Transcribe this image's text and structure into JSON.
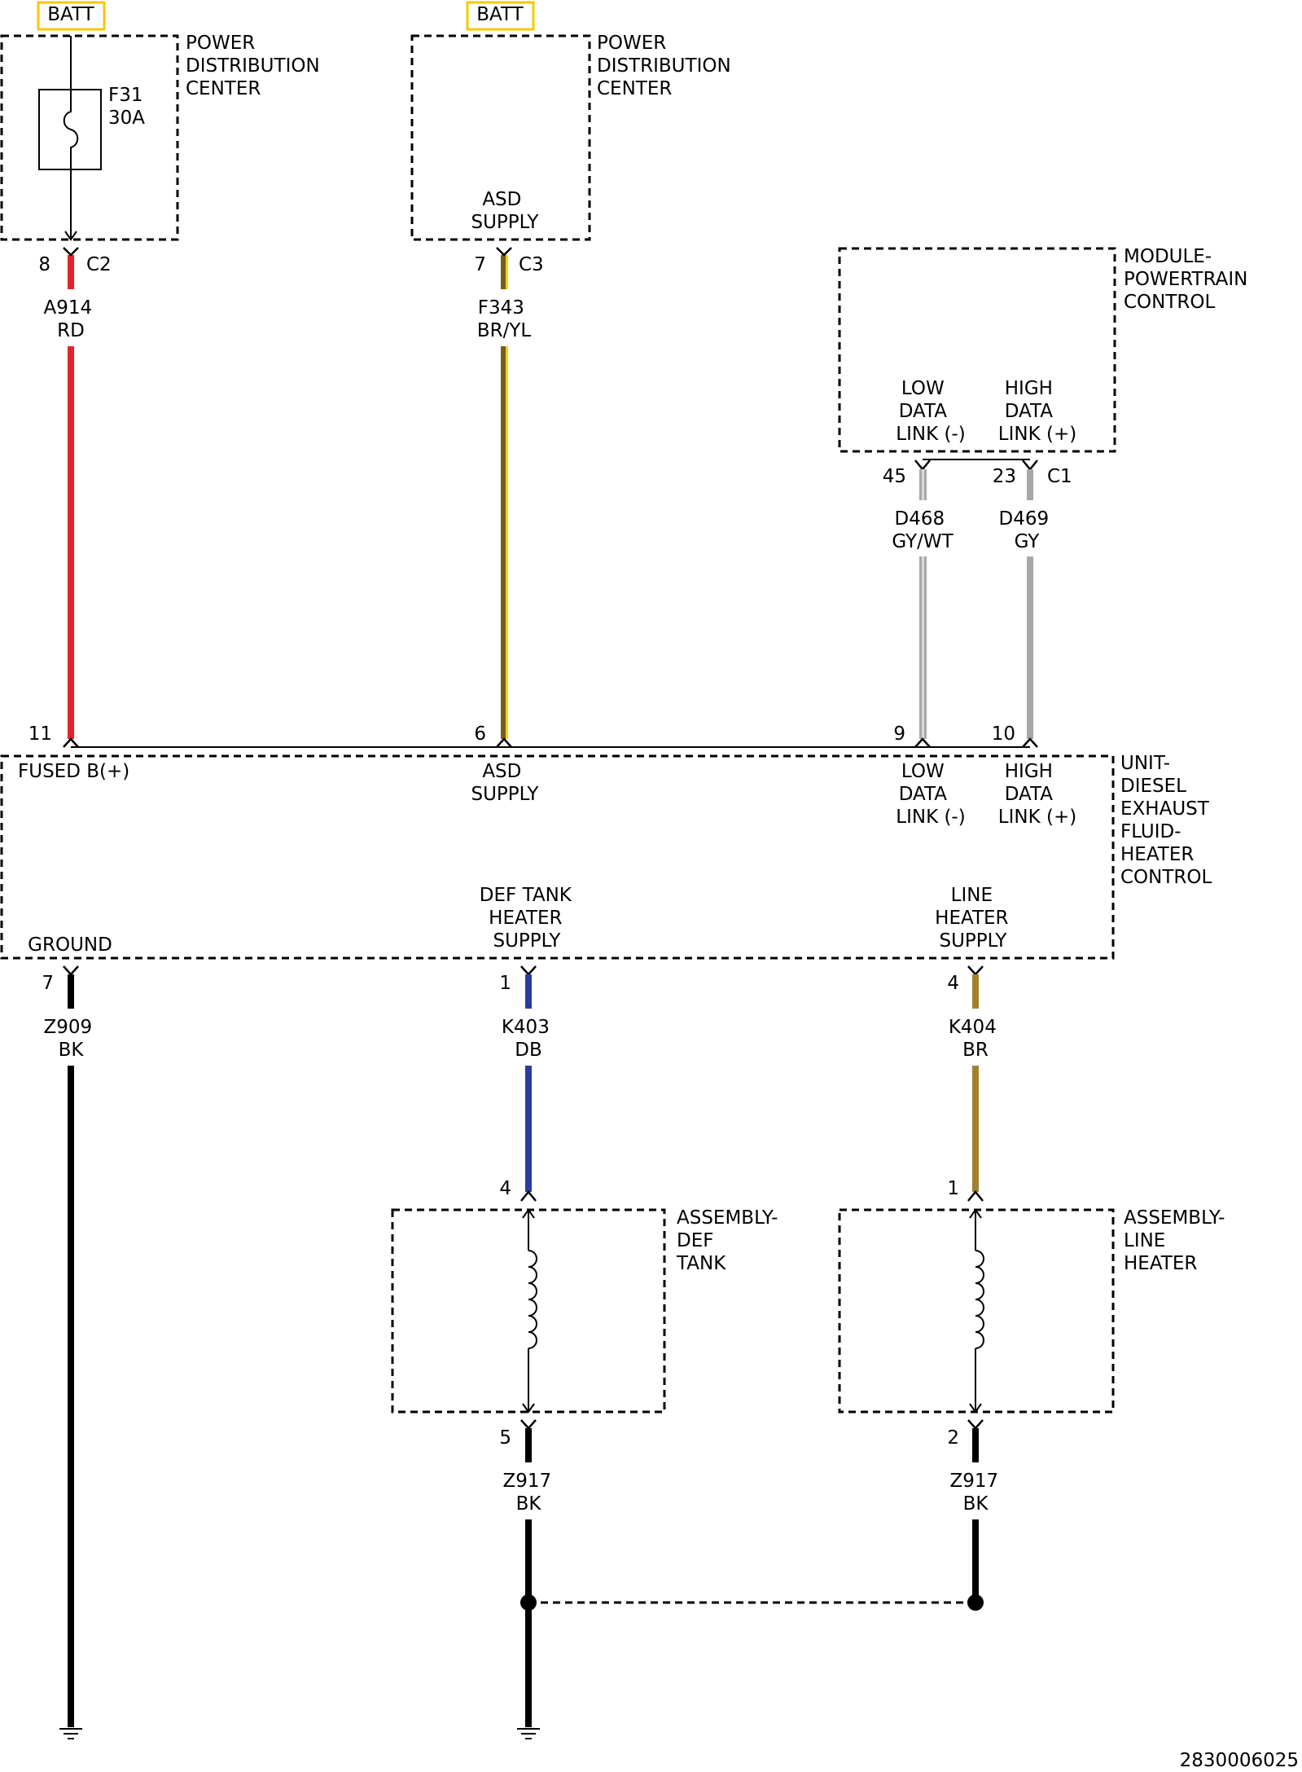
{
  "batt_labels": [
    "BATT",
    "BATT"
  ],
  "pdc_left": {
    "title": [
      "POWER",
      "DISTRIBUTION",
      "CENTER"
    ],
    "fuse_id": "F31",
    "fuse_rating": "30A"
  },
  "pdc_right": {
    "title": [
      "POWER",
      "DISTRIBUTION",
      "CENTER"
    ],
    "inner": [
      "ASD",
      "SUPPLY"
    ]
  },
  "pcm": {
    "title": [
      "MODULE-",
      "POWERTRAIN",
      "CONTROL"
    ],
    "low": [
      "LOW",
      "DATA",
      "LINK (-)"
    ],
    "high": [
      "HIGH",
      "DATA",
      "LINK (+)"
    ],
    "connector": "C1"
  },
  "def_unit": {
    "title": [
      "UNIT-",
      "DIESEL",
      "EXHAUST",
      "FLUID-",
      "HEATER",
      "CONTROL"
    ],
    "fused": "FUSED B(+)",
    "asd": [
      "ASD",
      "SUPPLY"
    ],
    "low": [
      "LOW",
      "DATA",
      "LINK (-)"
    ],
    "high": [
      "HIGH",
      "DATA",
      "LINK (+)"
    ],
    "ground": "GROUND",
    "def_tank": [
      "DEF TANK",
      "HEATER",
      "SUPPLY"
    ],
    "line_heater": [
      "LINE",
      "HEATER",
      "SUPPLY"
    ]
  },
  "tank": {
    "title": [
      "ASSEMBLY-",
      "DEF",
      "TANK"
    ]
  },
  "line": {
    "title": [
      "ASSEMBLY-",
      "LINE",
      "HEATER"
    ]
  },
  "pins": {
    "p8": "8",
    "c2": "C2",
    "p7": "7",
    "c3": "C3",
    "p45": "45",
    "p23": "23",
    "p11": "11",
    "p6": "6",
    "p9": "9",
    "p10": "10",
    "p7b": "7",
    "p1": "1",
    "p4": "4",
    "p4b": "4",
    "p1b": "1",
    "p5": "5",
    "p2": "2"
  },
  "wires": {
    "a914": [
      "A914",
      "RD"
    ],
    "f343": [
      "F343",
      "BR/YL"
    ],
    "d468": [
      "D468",
      "GY/WT"
    ],
    "d469": [
      "D469",
      "GY"
    ],
    "z909": [
      "Z909",
      "BK"
    ],
    "k403": [
      "K403",
      "DB"
    ],
    "k404": [
      "K404",
      "BR"
    ],
    "z917a": [
      "Z917",
      "BK"
    ],
    "z917b": [
      "Z917",
      "BK"
    ]
  },
  "figure_id": "2830006025",
  "colors": {
    "red": "#e5232e",
    "brown": "#7a5a1e",
    "yellow": "#f5d40f",
    "gray": "#a8a8a8",
    "blue": "#2a3d9e",
    "tan": "#a0822e",
    "black": "#000000",
    "batt_box": "#f5c900"
  }
}
